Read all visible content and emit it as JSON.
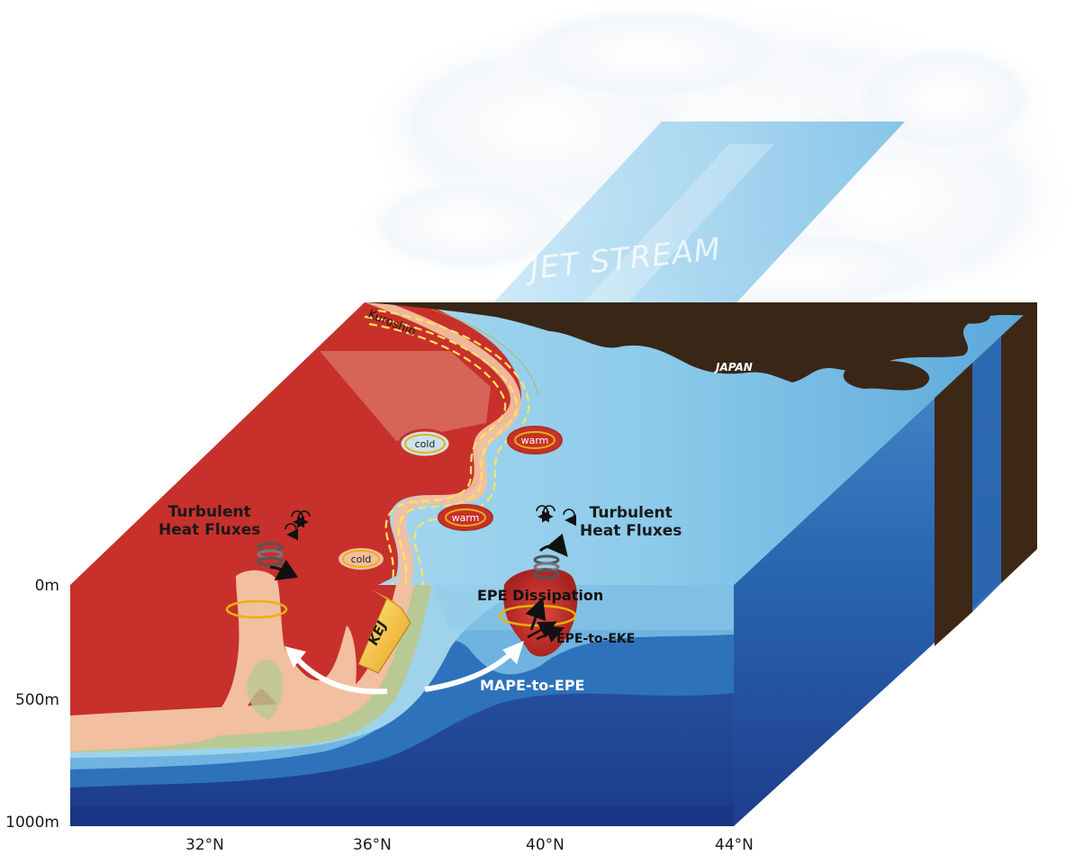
{
  "sky": {
    "jet_stream_label": "JET STREAM"
  },
  "ocean": {
    "current_label": "Kuroshio",
    "land_label": "JAPAN",
    "jet_label": "KEJ",
    "eddies": [
      {
        "name": "cold",
        "color": "#cde3ec"
      },
      {
        "name": "warm",
        "color": "#c7312a"
      },
      {
        "name": "warm",
        "color": "#c7312a"
      },
      {
        "name": "cold",
        "color": "#f2bfa0"
      }
    ]
  },
  "annotations": {
    "flux_left_line1": "Turbulent",
    "flux_left_line2": "Heat Fluxes",
    "flux_right_line1": "Turbulent",
    "flux_right_line2": "Heat Fluxes",
    "epe_dissipation": "EPE Dissipation",
    "epe_to_eke": "EPE-to-EKE",
    "mape_to_epe": "MAPE-to-EPE"
  },
  "depth_axis": [
    "0m",
    "500m",
    "1000m"
  ],
  "latitude_axis": [
    "32°N",
    "36°N",
    "40°N",
    "44°N"
  ],
  "colors": {
    "warm_water": "#c8302b",
    "shelf_peach": "#f2bfa0",
    "mode_green": "#b8c995",
    "light_blue": "#9fd3ec",
    "mid_blue": "#2f78bd",
    "deep_blue": "#1d3f8e",
    "land_brown": "#3a2616",
    "front_yellow": "#ffe45c"
  }
}
